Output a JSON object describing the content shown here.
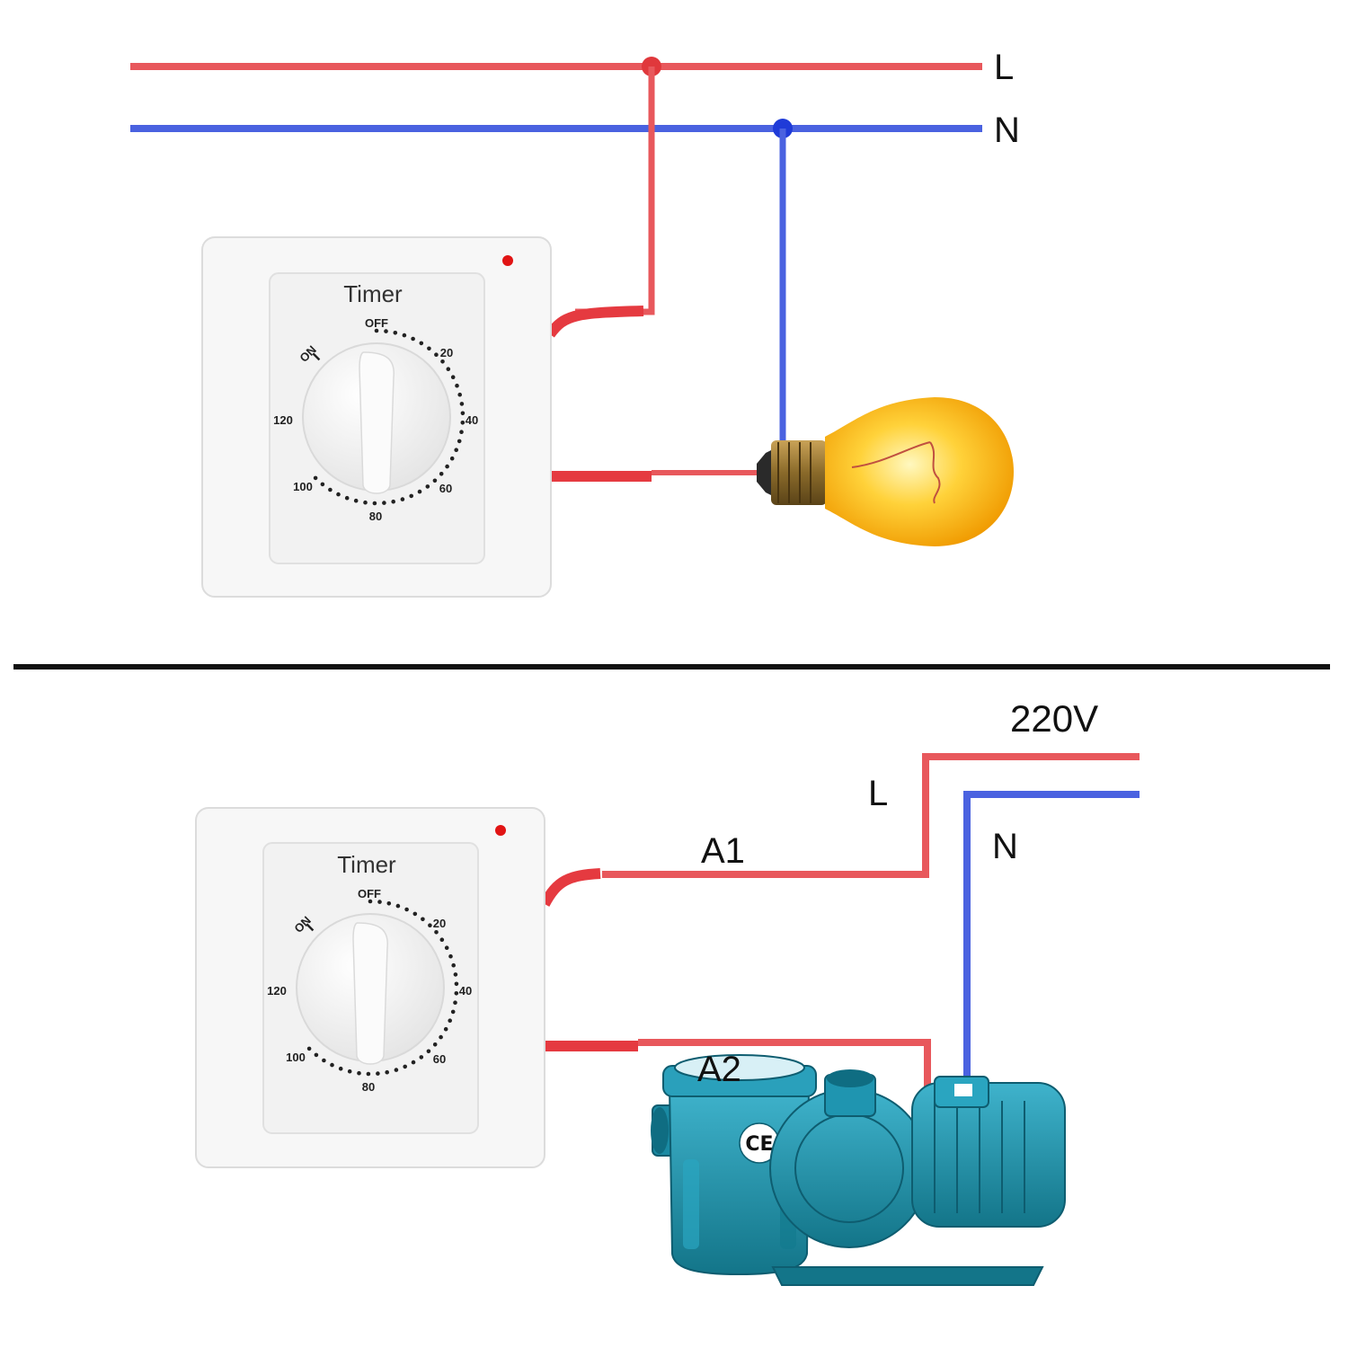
{
  "colors": {
    "live_wire": "#e8585c",
    "neutral_wire": "#4a62e0",
    "separator": "#111111",
    "timer_body": "#f7f7f7",
    "indicator_led": "#e11414",
    "bulb_glass": "#ffc21c",
    "pump_body": "#1f95b0"
  },
  "top_circuit": {
    "line_label": "L",
    "neutral_label": "N",
    "timer": {
      "title": "Timer",
      "dial": {
        "off": "OFF",
        "on": "ON",
        "n20": "20",
        "n40": "40",
        "n60": "60",
        "n80": "80",
        "n100": "100",
        "n120": "120"
      }
    },
    "load_icon": "light-bulb-icon"
  },
  "bottom_circuit": {
    "voltage_label": "220V",
    "line_label": "L",
    "neutral_label": "N",
    "terminal_a1": "A1",
    "terminal_a2": "A2",
    "timer": {
      "title": "Timer",
      "dial": {
        "off": "OFF",
        "on": "ON",
        "n20": "20",
        "n40": "40",
        "n60": "60",
        "n80": "80",
        "n100": "100",
        "n120": "120"
      }
    },
    "load_icon": "water-pump-icon",
    "pump_mark": "CE"
  }
}
